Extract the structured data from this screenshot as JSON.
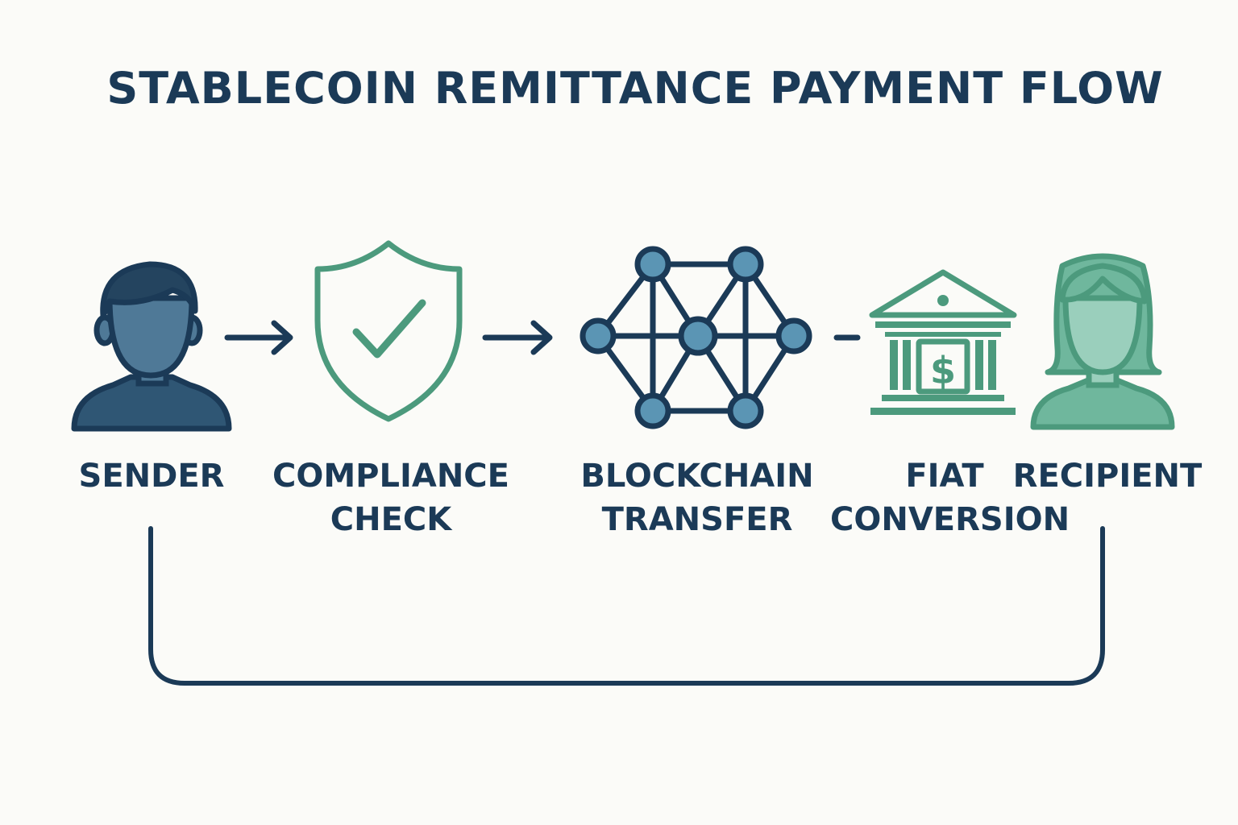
{
  "title": "STABLECOIN REMITTANCE PAYMENT FLOW",
  "colors": {
    "navy": "#1b3a57",
    "sender_fill": "#4f7997",
    "green": "#4c9a7d",
    "recipient_fill": "#9acfbc",
    "node_fill": "#5b95b4",
    "background": "#fbfbf8"
  },
  "steps": [
    {
      "id": "sender",
      "icon": "person-icon",
      "lines": [
        "SENDER"
      ]
    },
    {
      "id": "compliance",
      "icon": "shield-check-icon",
      "lines": [
        "COMPLIANCE",
        "CHECK"
      ]
    },
    {
      "id": "blockchain",
      "icon": "network-icon",
      "lines": [
        "BLOCKCHAIN",
        "TRANSFER"
      ]
    },
    {
      "id": "fiat",
      "icon": "bank-dollar-icon",
      "lines": [
        "FIAT",
        "CONVERSION"
      ]
    },
    {
      "id": "recipient",
      "icon": "person-female-icon",
      "lines": [
        "RECIPIENT"
      ]
    }
  ],
  "connectors": [
    {
      "from": "sender",
      "to": "compliance",
      "style": "arrow"
    },
    {
      "from": "compliance",
      "to": "blockchain",
      "style": "arrow"
    },
    {
      "from": "blockchain",
      "to": "fiat",
      "style": "dash"
    },
    {
      "from": "sender",
      "to": "recipient",
      "style": "bracket"
    }
  ]
}
